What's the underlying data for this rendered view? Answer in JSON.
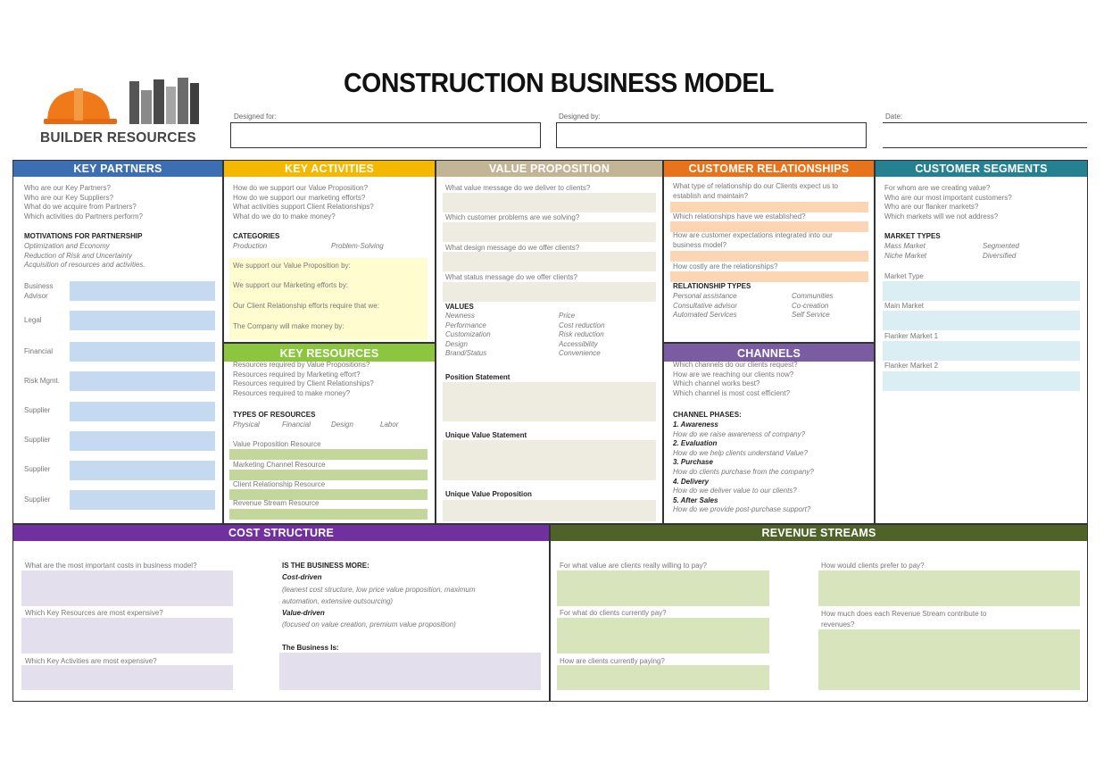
{
  "title": "CONSTRUCTION BUSINESS MODEL",
  "logo": {
    "text": "BUILDER RESOURCES",
    "icon": "hard-hat-and-books-icon"
  },
  "header_fields": {
    "designed_for": "Designed for:",
    "designed_by": "Designed by:",
    "date": "Date:"
  },
  "colors": {
    "key_partners": "#3b6eb3",
    "key_activities": "#f5b800",
    "value_proposition": "#c2b595",
    "customer_relationships": "#e7741c",
    "customer_segments": "#258192",
    "key_resources": "#8cc63f",
    "channels": "#7a5ca3",
    "cost_structure": "#7030a0",
    "revenue_streams": "#4f6228"
  },
  "key_partners": {
    "header": "KEY PARTNERS",
    "questions": [
      "Who are our Key Partners?",
      "Who are our Key Suppliers?",
      "What do we acquire from Partners?",
      "Which activities do Partners perform?"
    ],
    "motivations_title": "MOTIVATIONS FOR PARTNERSHIP",
    "motivations": [
      "Optimization and Economy",
      "Reduction of Risk and Uncertainty",
      "Acquisition of resources and activities."
    ],
    "fields": [
      "Business Advisor",
      "Legal",
      "Financial",
      "Risk Mgmt.",
      "Supplier",
      "Supplier",
      "Supplier",
      "Supplier"
    ]
  },
  "key_activities": {
    "header": "KEY ACTIVITIES",
    "questions": [
      "How do we support our Value Proposition?",
      "How do we support our marketing efforts?",
      "What activities support Client Relationships?",
      "What do we do to make money?"
    ],
    "categories_title": "CATEGORIES",
    "categories": [
      "Production",
      "Problem-Solving"
    ],
    "fields": [
      "We support our Value Proposition by:",
      "We support our Marketing efforts by:",
      "Our Client Relationship efforts require that we:",
      "The Company will make money by:"
    ]
  },
  "key_resources": {
    "header": "KEY RESOURCES",
    "questions": [
      "Resources required by Value Propositions?",
      "Resources required by Marketing effort?",
      "Resources required by Client Relationships?",
      "Resources required to make money?"
    ],
    "types_title": "TYPES OF RESOURCES",
    "types": [
      "Physical",
      "Financial",
      "Design",
      "Labor"
    ],
    "fields": [
      "Value Proposition Resource",
      "Marketing Channel Resource",
      "Client Relationship Resource",
      "Revenue Stream Resource"
    ]
  },
  "value_proposition": {
    "header": "VALUE PROPOSITION",
    "questions": [
      "What value message do we deliver to clients?",
      "Which customer problems are we solving?",
      "What design message do we offer clients?",
      "What status message do we offer clients?"
    ],
    "values_title": "VALUES",
    "values_left": [
      "Newness",
      "Performance",
      "Customization",
      "Design",
      "Brand/Status"
    ],
    "values_right": [
      "Price",
      "Cost reduction",
      "Risk reduction",
      "Accessibility",
      "Convenience"
    ],
    "position_statement": "Position Statement",
    "unique_value_statement": "Unique Value Statement",
    "unique_value_proposition": "Unique Value Proposition"
  },
  "customer_relationships": {
    "header": "CUSTOMER RELATIONSHIPS",
    "q1": [
      "What type of relationship do our Clients expect us to",
      "establish and maintain?"
    ],
    "q2": [
      "Which relationships have we established?"
    ],
    "q3": [
      "How are customer expectations integrated into our",
      "business model?"
    ],
    "q4": [
      "How costly are the relationships?"
    ],
    "types_title": "RELATIONSHIP TYPES",
    "types_left": [
      "Personal assistance",
      "Consultative advisor",
      "Automated Services"
    ],
    "types_right": [
      "Communities",
      "Co-creation",
      "Self Service"
    ]
  },
  "channels": {
    "header": "CHANNELS",
    "questions": [
      "Which channels do our clients request?",
      "How are we reaching our clients now?",
      "Which channel works best?",
      "Which channel is most cost efficient?"
    ],
    "phases_title": "CHANNEL PHASES:",
    "phases": [
      {
        "name": "1. Awareness",
        "q": "How do we raise awareness of company?"
      },
      {
        "name": "2. Evaluation",
        "q": "How do we help clients understand Value?"
      },
      {
        "name": "3. Purchase",
        "q": "How do clients purchase from the company?"
      },
      {
        "name": "4. Delivery",
        "q": "How do we deliver value to our clients?"
      },
      {
        "name": "5. After Sales",
        "q": "How do we provide post-purchase support?"
      }
    ]
  },
  "customer_segments": {
    "header": "CUSTOMER SEGMENTS",
    "questions": [
      "For whom are we creating value?",
      "Who are our most important customers?",
      "Who are our flanker markets?",
      "Which markets will we not address?"
    ],
    "types_title": "MARKET TYPES",
    "types_left": [
      "Mass Market",
      "Niche Market"
    ],
    "types_right": [
      "Segmented",
      "Diversified"
    ],
    "fields": [
      "Market Type",
      "Main Market",
      "Flanker Market 1",
      "Flanker Market 2"
    ]
  },
  "cost_structure": {
    "header": "COST STRUCTURE",
    "fields": [
      "What are the most important costs in business model?",
      "Which Key Resources are most expensive?",
      "Which Key Activities are most expensive?"
    ],
    "more_title": "IS THE BUSINESS MORE:",
    "cost_driven": "Cost-driven",
    "cost_driven_desc": [
      "(leanest cost structure, low price value proposition, maximum",
      "automation, extensive outsourcing)"
    ],
    "value_driven": "Value-driven",
    "value_driven_desc": "(focused on value creation, premium value proposition)",
    "business_is": "The Business Is:"
  },
  "revenue_streams": {
    "header": "REVENUE STREAMS",
    "left_fields": [
      "For what value are clients really willing to pay?",
      "For what do clients currently pay?",
      "How are clients currently paying?"
    ],
    "right_q1": "How would clients prefer to pay?",
    "right_q2": [
      "How much does each Revenue Stream contribute to",
      "revenues?"
    ]
  }
}
